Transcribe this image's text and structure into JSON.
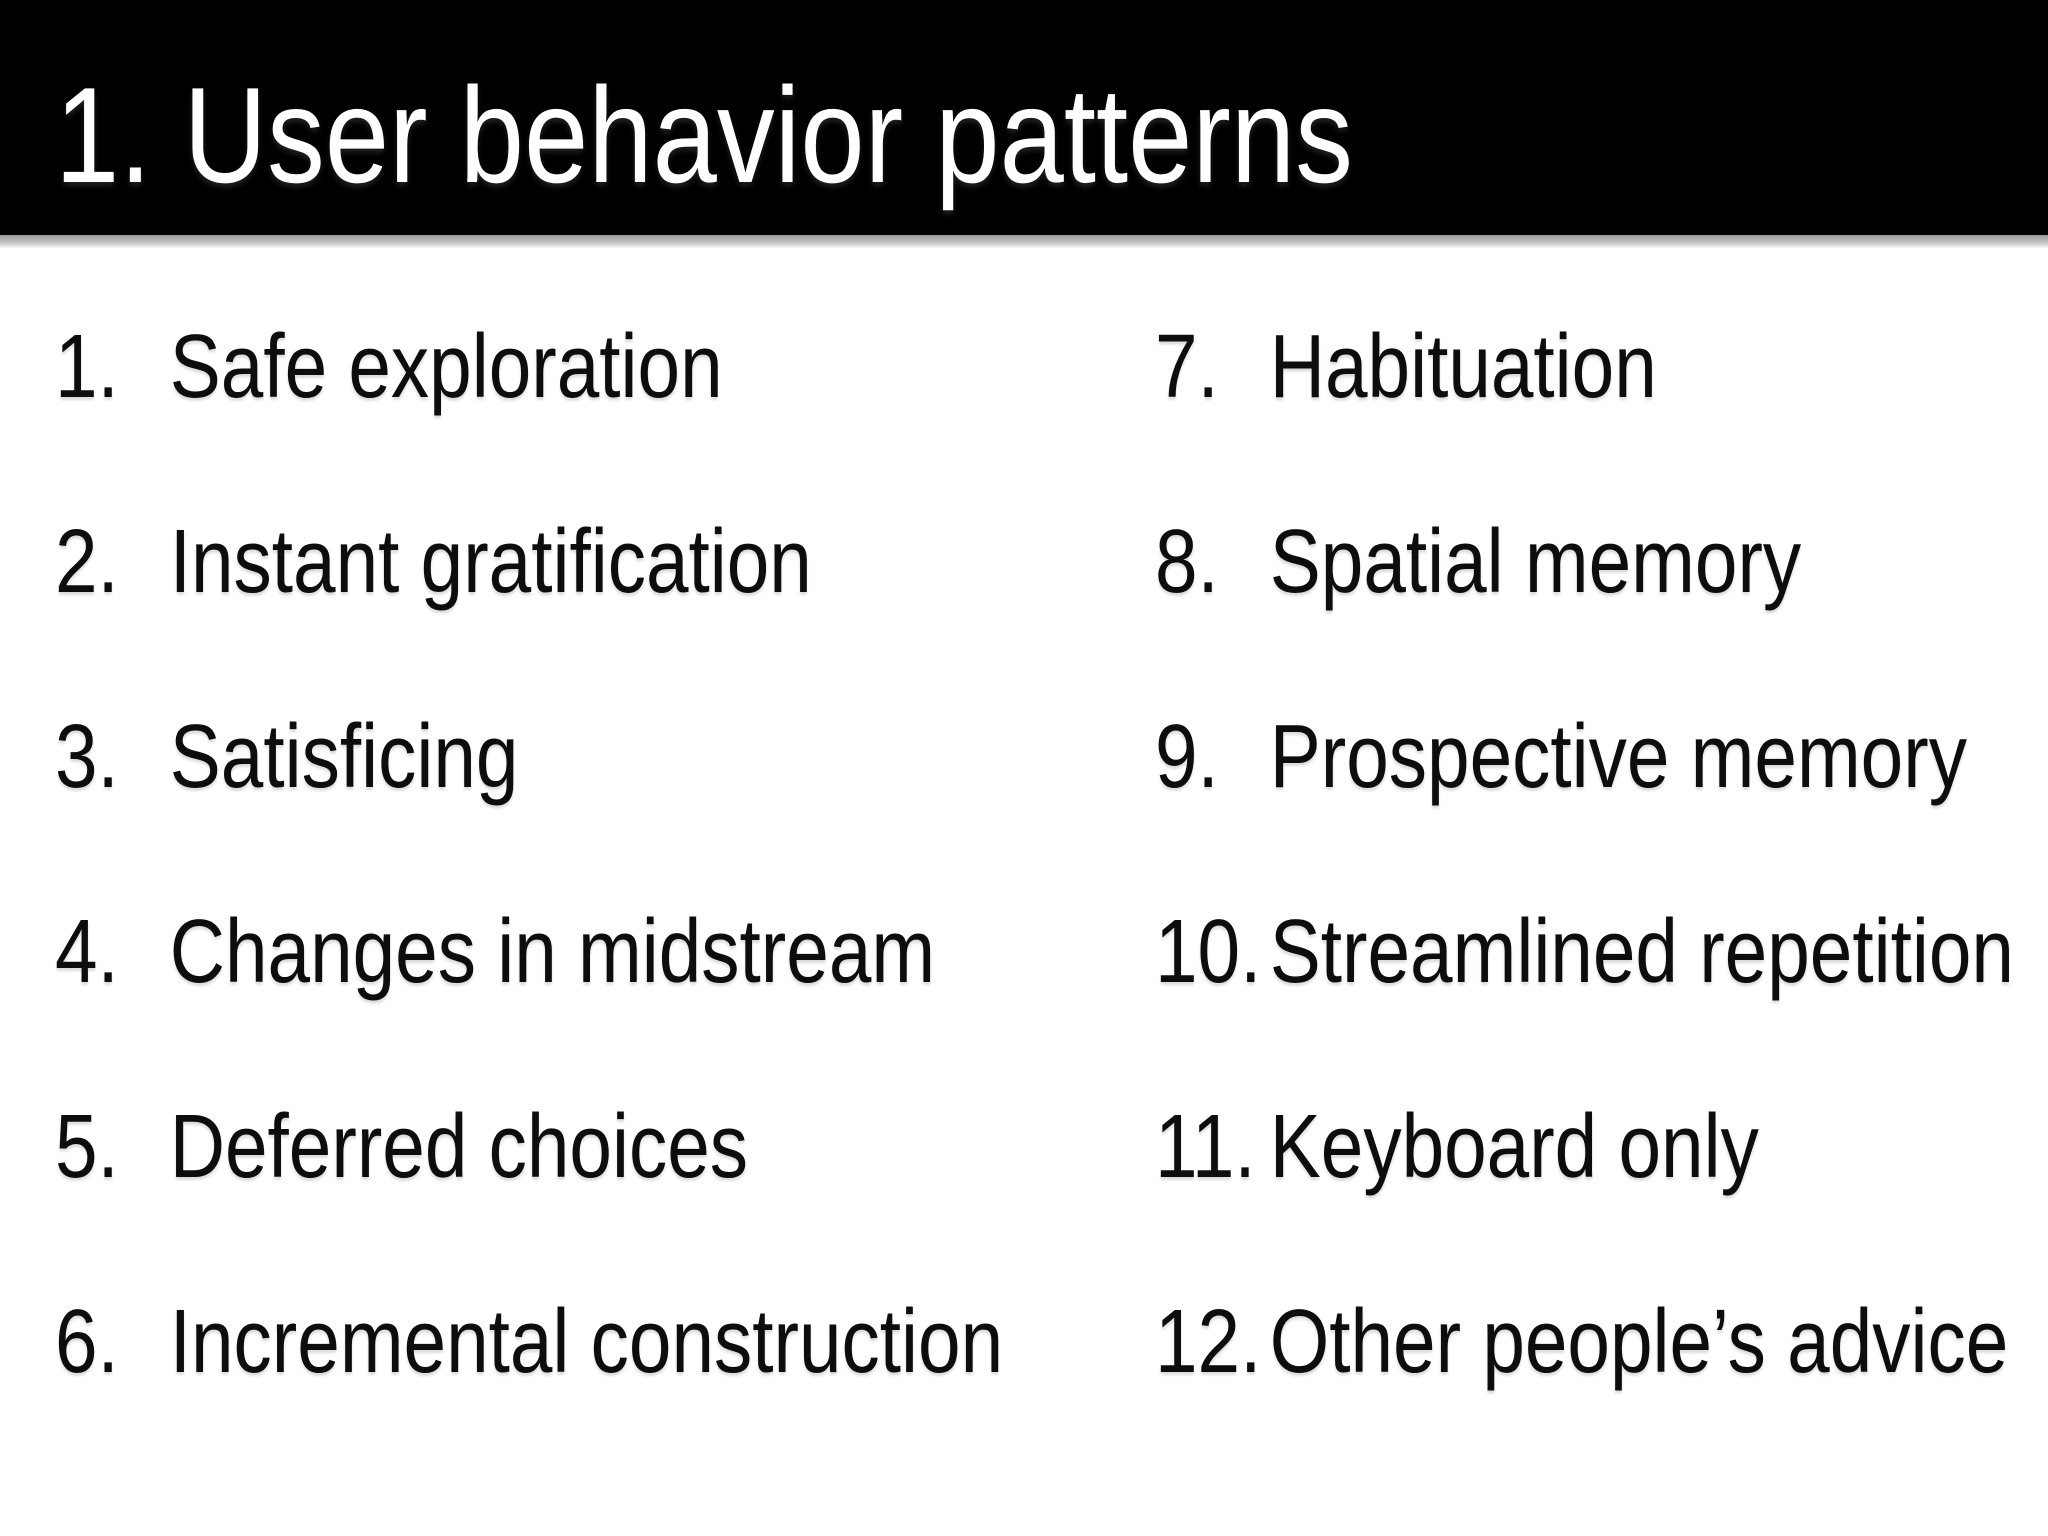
{
  "slide": {
    "title": "1. User behavior patterns",
    "colors": {
      "header_bg": "#000000",
      "header_text": "#ffffff",
      "body_bg": "#ffffff",
      "body_text": "#0d0d0d",
      "header_shadow": "#989898"
    },
    "list": {
      "left_column": [
        {
          "number": "1.",
          "label": "Safe exploration"
        },
        {
          "number": "2.",
          "label": "Instant gratification"
        },
        {
          "number": "3.",
          "label": "Satisficing"
        },
        {
          "number": "4.",
          "label": "Changes in midstream"
        },
        {
          "number": "5.",
          "label": "Deferred choices"
        },
        {
          "number": "6.",
          "label": "Incremental construction"
        }
      ],
      "right_column": [
        {
          "number": "7.",
          "label": "Habituation"
        },
        {
          "number": "8.",
          "label": "Spatial memory"
        },
        {
          "number": "9.",
          "label": "Prospective memory"
        },
        {
          "number": "10.",
          "label": "Streamlined repetition"
        },
        {
          "number": "11.",
          "label": "Keyboard only"
        },
        {
          "number": "12.",
          "label": "Other people’s advice"
        }
      ]
    }
  }
}
